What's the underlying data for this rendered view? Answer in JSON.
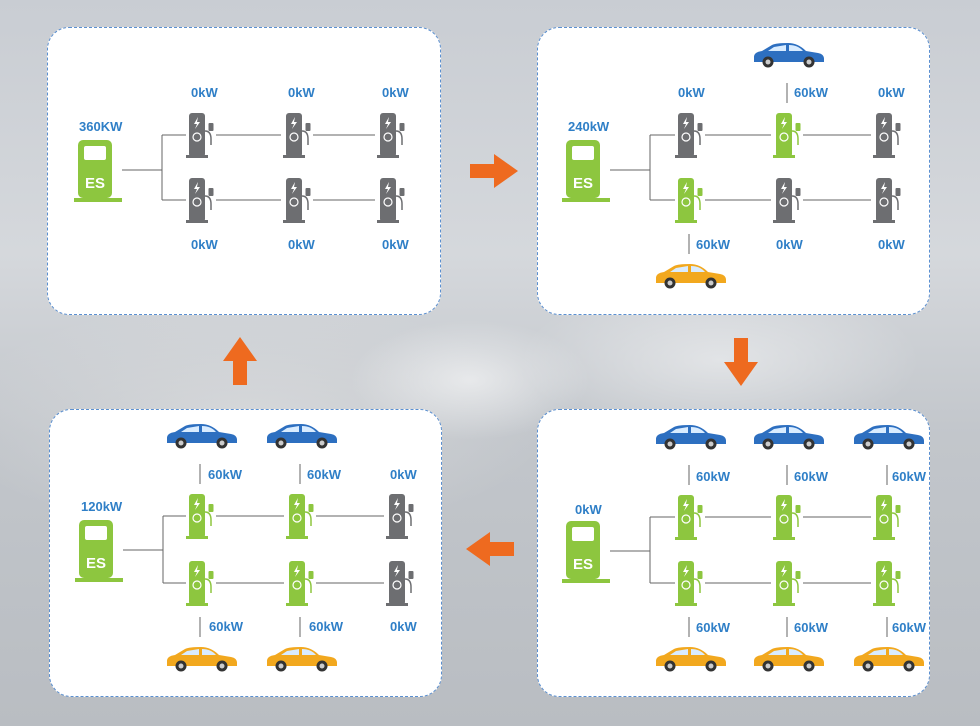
{
  "colors": {
    "active": "#8dc63f",
    "idle": "#6d6e71",
    "arrow": "#ee6a1f",
    "label": "#2f7fc7",
    "car_blue": "#2d6fc0",
    "car_yellow": "#f2a81e",
    "border": "#5a8fd0"
  },
  "panel1": {
    "station": "360KW",
    "top": [
      "0kW",
      "0kW",
      "0kW"
    ],
    "bottom": [
      "0kW",
      "0kW",
      "0kW"
    ]
  },
  "panel2": {
    "station": "240kW",
    "top": [
      "0kW",
      "60kW",
      "0kW"
    ],
    "bottom": [
      "60kW",
      "0kW",
      "0kW"
    ]
  },
  "panel3": {
    "station": "0kW",
    "top": [
      "60kW",
      "60kW",
      "60kW"
    ],
    "bottom": [
      "60kW",
      "60kW",
      "60kW"
    ]
  },
  "panel4": {
    "station": "120kW",
    "top": [
      "60kW",
      "60kW",
      "0kW"
    ],
    "bottom": [
      "60kW",
      "60kW",
      "0kW"
    ]
  }
}
